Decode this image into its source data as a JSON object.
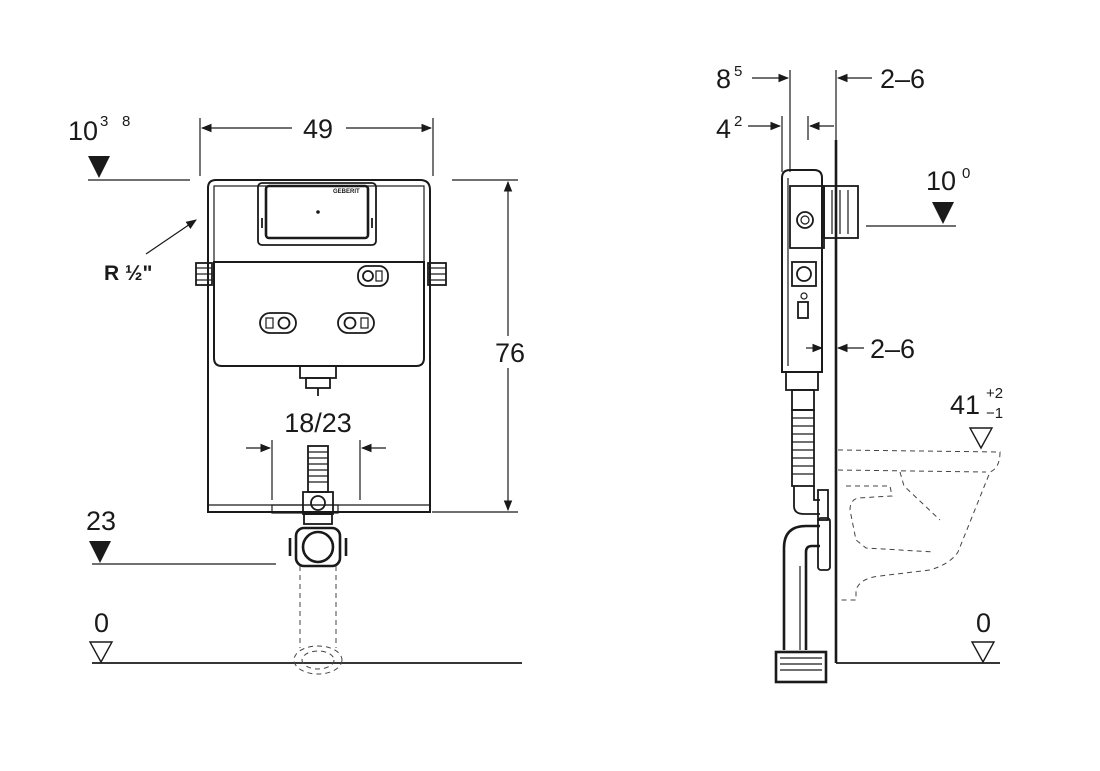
{
  "front_view": {
    "width_label": "49",
    "height_label": "76",
    "top_level": {
      "base": "10",
      "sup_a": "3",
      "sup_b": "8"
    },
    "connection_label": "R ½\"",
    "outlet_range_label": "18/23",
    "outlet_level_label": "23",
    "floor_label": "0",
    "brand_text": "GEBERIT"
  },
  "side_view": {
    "depth_top": {
      "base": "8",
      "sup": "5"
    },
    "depth_low": {
      "base": "4",
      "sup": "2"
    },
    "wall_gap_top_label": "2–6",
    "wall_gap_mid_label": "2–6",
    "inlet_level": {
      "base": "10",
      "sup": "0"
    },
    "bowl_height": {
      "base": "41",
      "sup_plus": "+2",
      "sub_minus": "−1"
    },
    "floor_label": "0"
  }
}
